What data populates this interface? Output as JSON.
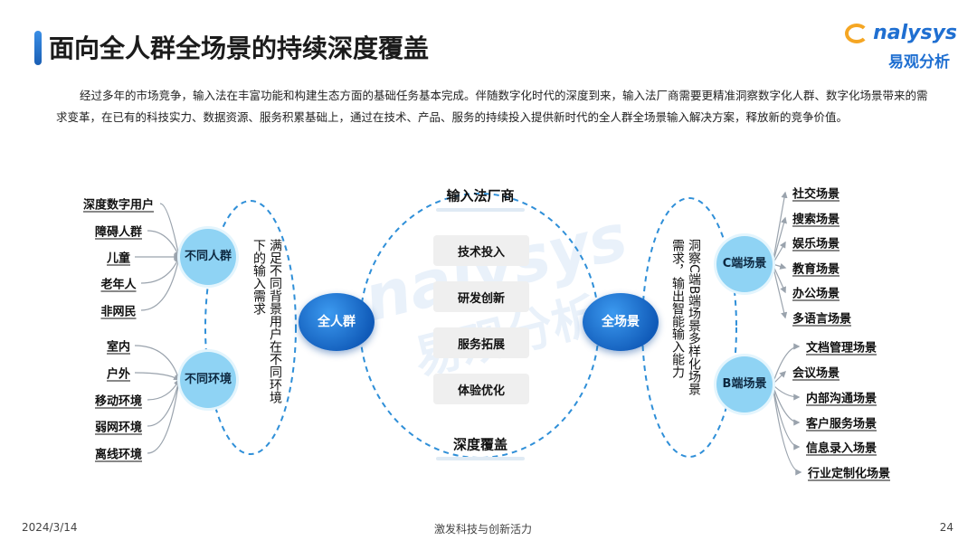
{
  "header": {
    "title": "面向全人群全场景的持续深度覆盖",
    "logo_top": "nalysys",
    "logo_bottom": "易观分析"
  },
  "intro": "经过多年的市场竞争，输入法在丰富功能和构建生态方面的基础任务基本完成。伴随数字化时代的深度到来，输入法厂商需要更精准洞察数字化人群、数字化场景带来的需求变革，在已有的科技实力、数据资源、服务积累基础上，通过在技术、产品、服务的持续投入提供新时代的全人群全场景输入解决方案，释放新的竞争价值。",
  "left": {
    "crowd_circle": "不同人群",
    "crowd_items": [
      "深度数字用户",
      "障碍人群",
      "儿童",
      "老年人",
      "非网民"
    ],
    "env_circle": "不同环境",
    "env_items": [
      "室内",
      "户外",
      "移动环境",
      "弱网环境",
      "离线环境"
    ],
    "vertical_text_1": "满足不同背景用户在不同环境",
    "vertical_text_2": "下的输入需求",
    "hub": "全人群"
  },
  "center": {
    "top": "输入法厂商",
    "items": [
      "技术投入",
      "研发创新",
      "服务拓展",
      "体验优化"
    ],
    "bottom": "深度覆盖"
  },
  "right": {
    "hub": "全场景",
    "vertical_text_1": "洞察C端B端场景多样化场景",
    "vertical_text_2": "需求，输出智能输入能力",
    "c_circle": "C端场景",
    "c_items": [
      "社交场景",
      "搜索场景",
      "娱乐场景",
      "教育场景",
      "办公场景",
      "多语言场景"
    ],
    "b_circle": "B端场景",
    "b_items": [
      "文档管理场景",
      "会议场景",
      "内部沟通场景",
      "客户服务场景",
      "信息录入场景",
      "行业定制化场景"
    ]
  },
  "watermark": {
    "line1": "nalysys",
    "line2": "易观分析"
  },
  "footer": {
    "date": "2024/3/14",
    "slogan": "激发科技与创新活力",
    "page": "24"
  }
}
